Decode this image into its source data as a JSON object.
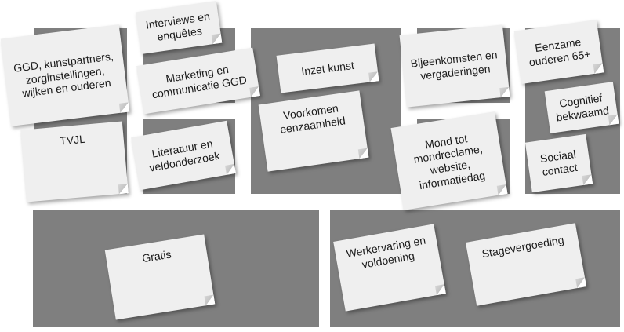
{
  "notes": {
    "partners": "GGD, kunstpartners,\nzorginstellingen,\nwijken en ouderen",
    "tvjl": "TVJL",
    "interviews": "Interviews en\nenquêtes",
    "marketing": "Marketing en\ncommunicatie GGD",
    "literatuur": "Literatuur en\nveldonderzoek",
    "inzet_kunst": "Inzet kunst",
    "voorkomen": "Voorkomen\neenzaamheid",
    "bijeenkomsten": "Bijeenkomsten en\nvergaderingen",
    "mond": "Mond tot\nmondreclame,\nwebsite,\ninformatiedag",
    "eenzame": "Eenzame\nouderen 65+",
    "cognitief": "Cognitief\nbekwaamd",
    "sociaal": "Sociaal\ncontact",
    "gratis": "Gratis",
    "werkervaring": "Werkervaring en\nvoldoening",
    "stagevergoeding": "Stagevergoeding"
  }
}
